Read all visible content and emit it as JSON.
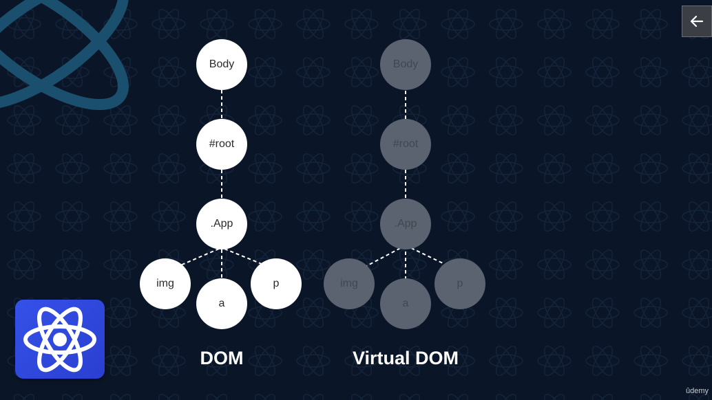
{
  "dom_tree": {
    "caption": "DOM",
    "nodes": {
      "body": "Body",
      "root": "#root",
      "app": ".App",
      "img": "img",
      "a": "a",
      "p": "p"
    }
  },
  "virtual_dom_tree": {
    "caption": "Virtual DOM",
    "nodes": {
      "body": "Body",
      "root": "#root",
      "app": ".App",
      "img": "img",
      "a": "a",
      "p": "p"
    }
  },
  "icons": {
    "logo": "react-atom-icon",
    "back": "arrow-left-icon"
  },
  "colors": {
    "background": "#0a1628",
    "dom_node": "#ffffff",
    "vdom_node": "#5c6370",
    "logo": "#3551e8"
  },
  "watermark": "ûdemy"
}
